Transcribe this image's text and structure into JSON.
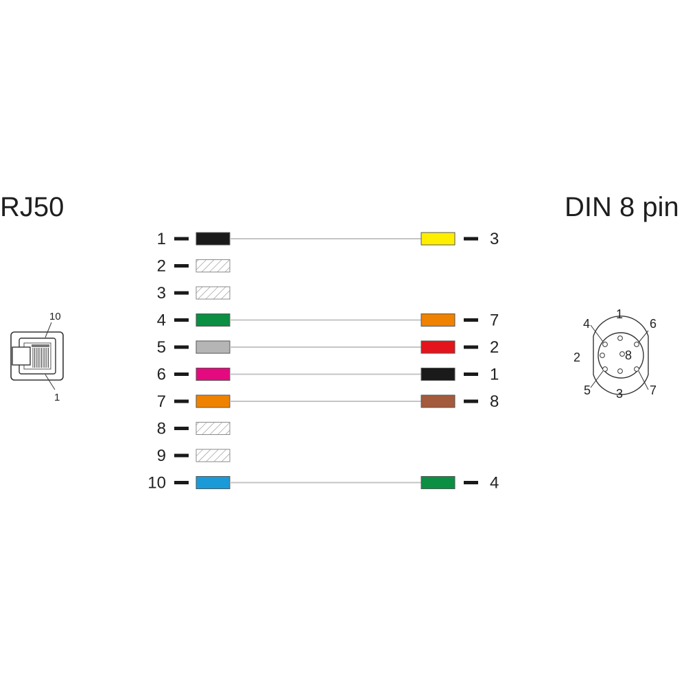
{
  "connectors": {
    "left": {
      "name": "RJ50",
      "pin_labels": {
        "first": "1",
        "last": "10"
      }
    },
    "right": {
      "name": "DIN 8 pin",
      "pin_labels": {
        "center": "8",
        "ring": [
          "1",
          "6",
          "7",
          "3",
          "5",
          "2",
          "4"
        ]
      }
    }
  },
  "wiring": [
    {
      "rj50_pin": "1",
      "rj50_color": "#1a1a1a",
      "din_pin": "3",
      "din_color": "#ffee00"
    },
    {
      "rj50_pin": "2",
      "rj50_color": "unused",
      "din_pin": null,
      "din_color": null
    },
    {
      "rj50_pin": "3",
      "rj50_color": "unused",
      "din_pin": null,
      "din_color": null
    },
    {
      "rj50_pin": "4",
      "rj50_color": "#0a8f43",
      "din_pin": "7",
      "din_color": "#ef8200"
    },
    {
      "rj50_pin": "5",
      "rj50_color": "#b5b5b5",
      "din_pin": "2",
      "din_color": "#e3141b"
    },
    {
      "rj50_pin": "6",
      "rj50_color": "#e5097f",
      "din_pin": "1",
      "din_color": "#1a1a1a"
    },
    {
      "rj50_pin": "7",
      "rj50_color": "#ef8200",
      "din_pin": "8",
      "din_color": "#a45a3c"
    },
    {
      "rj50_pin": "8",
      "rj50_color": "unused",
      "din_pin": null,
      "din_color": null
    },
    {
      "rj50_pin": "9",
      "rj50_color": "unused",
      "din_pin": null,
      "din_color": null
    },
    {
      "rj50_pin": "10",
      "rj50_color": "#1b9ad8",
      "din_pin": "4",
      "din_color": "#0a8f43"
    }
  ]
}
